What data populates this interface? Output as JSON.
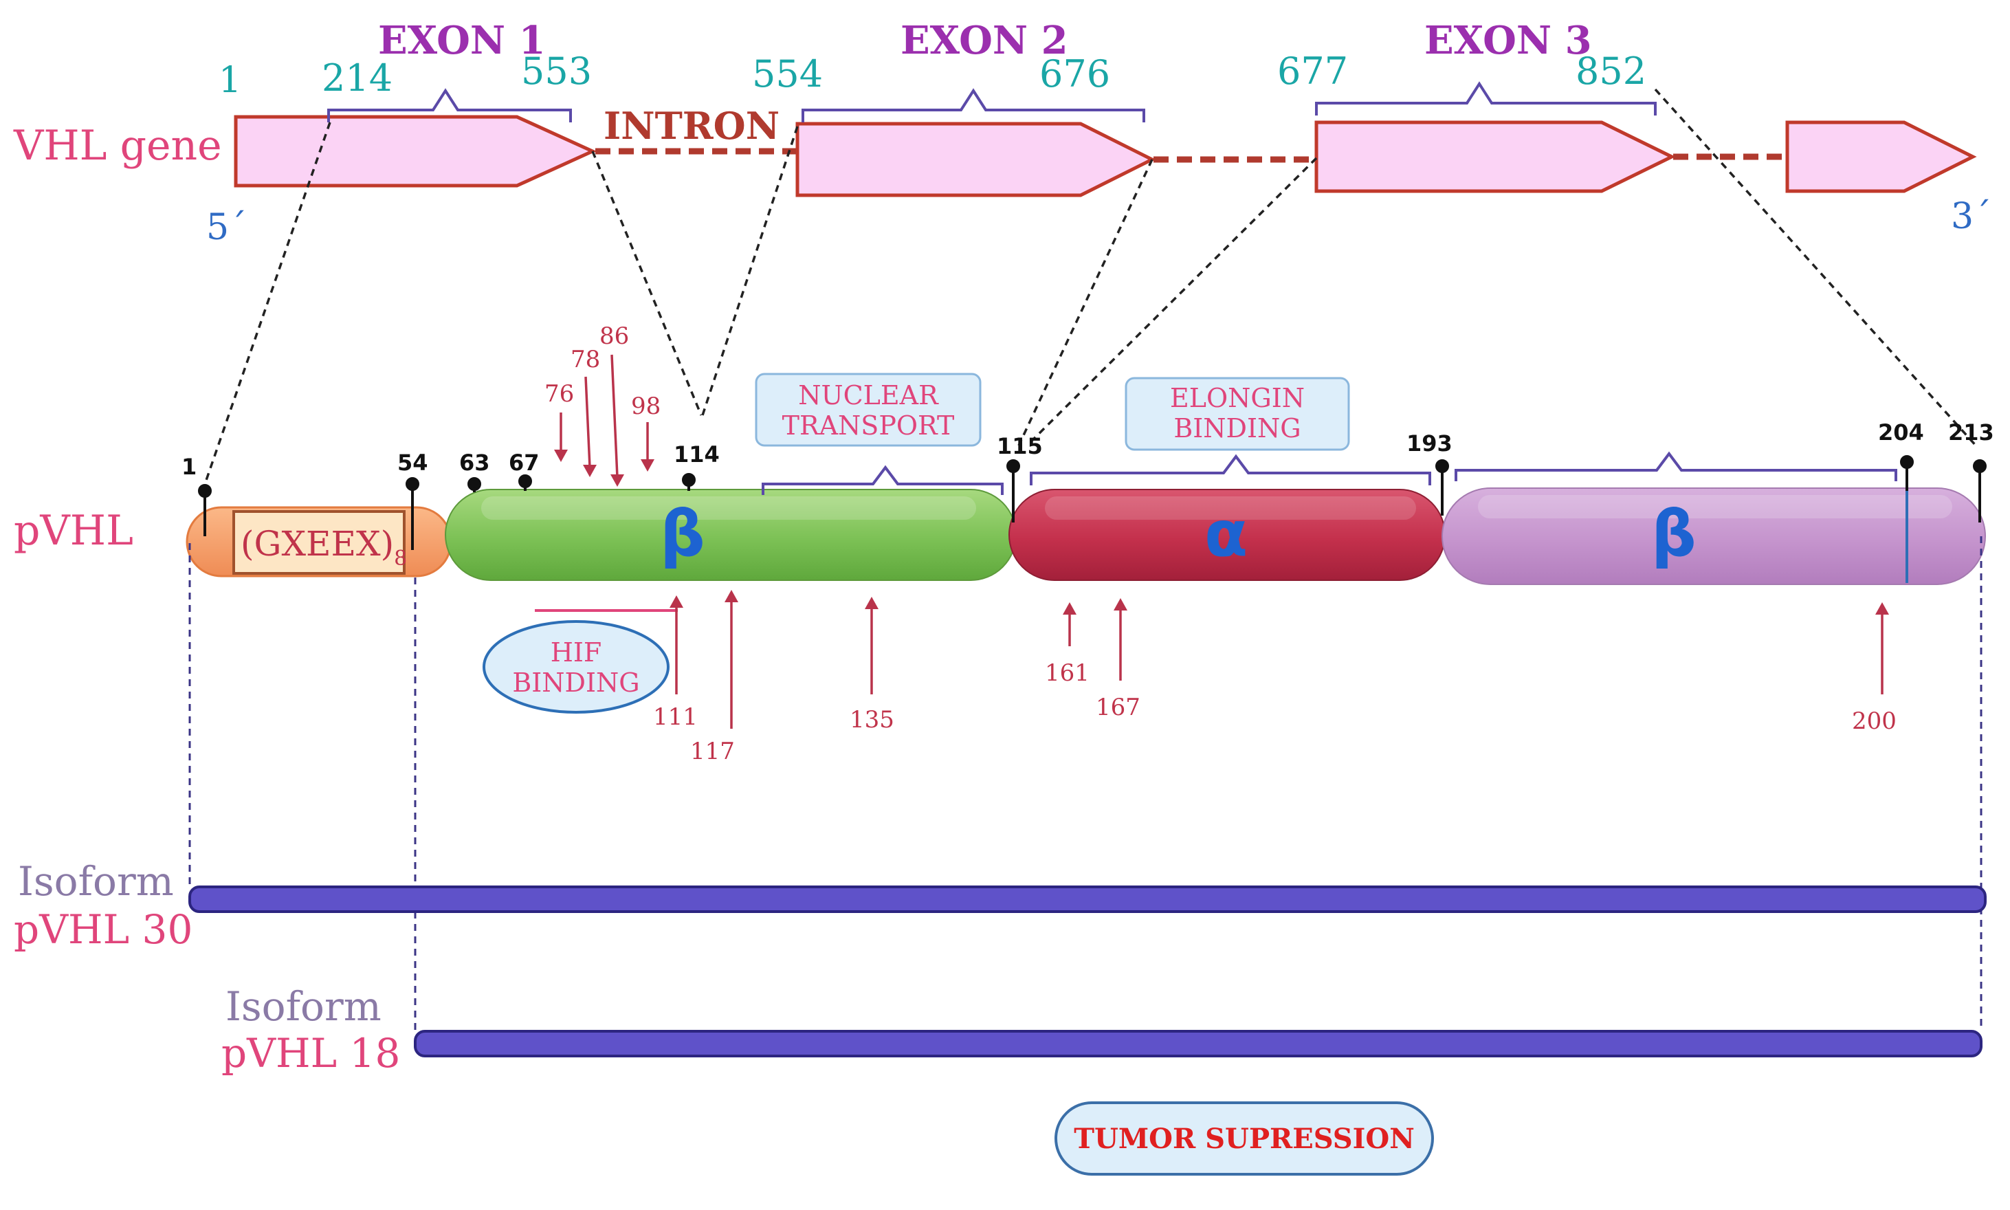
{
  "gene": {
    "label": "VHL gene",
    "five_prime": "5´",
    "three_prime": "3´",
    "intron_label": "INTRON",
    "start_number": "1",
    "exons": [
      {
        "title": "EXON 1",
        "start": "214",
        "end": "553"
      },
      {
        "title": "EXON 2",
        "start": "554",
        "end": "676"
      },
      {
        "title": "EXON 3",
        "start": "677",
        "end": "852"
      }
    ]
  },
  "protein": {
    "label": "pVHL",
    "motif": "(GXEEX)",
    "motif_subscript": "8",
    "domains": [
      {
        "name": "motif",
        "letter": ""
      },
      {
        "name": "beta-1",
        "letter": "β"
      },
      {
        "name": "alpha",
        "letter": "α"
      },
      {
        "name": "beta-2",
        "letter": "β"
      }
    ],
    "positions": [
      "1",
      "54",
      "63",
      "67",
      "114",
      "115",
      "193",
      "204",
      "213"
    ],
    "top_mutation_positions": [
      "76",
      "78",
      "86",
      "98"
    ],
    "bottom_mutation_positions": [
      "111",
      "117",
      "135",
      "161",
      "167",
      "200"
    ],
    "nuclear_transport": [
      "NUCLEAR",
      "TRANSPORT"
    ],
    "elongin_binding": [
      "ELONGIN",
      "BINDING"
    ],
    "hif_binding": [
      "HIF",
      "BINDING"
    ]
  },
  "isoforms": [
    {
      "line1": "Isoform",
      "line2": "pVHL 30"
    },
    {
      "line1": "Isoform",
      "line2": "pVHL 18"
    }
  ],
  "function_label": "TUMOR SUPRESSION",
  "colors": {
    "pink_text": "#e0457b",
    "purple_title": "#9b2fae",
    "teal": "#1aa6a6",
    "blue_num": "#2f6bc4",
    "arrow_fill": "#fbd3f5",
    "arrow_stroke": "#c0392b",
    "intron": "#b03a2e",
    "motif_orange": "#f6a06a",
    "green_domain": "#7fc35a",
    "red_domain": "#c7344e",
    "purple_domain": "#c79ad0",
    "isoform_bar": "#5f52c9",
    "mut_red": "#c0334a",
    "box_fill": "#ddeefa",
    "box_stroke": "#8bb7dd",
    "greek_blue": "#1d63d1"
  }
}
